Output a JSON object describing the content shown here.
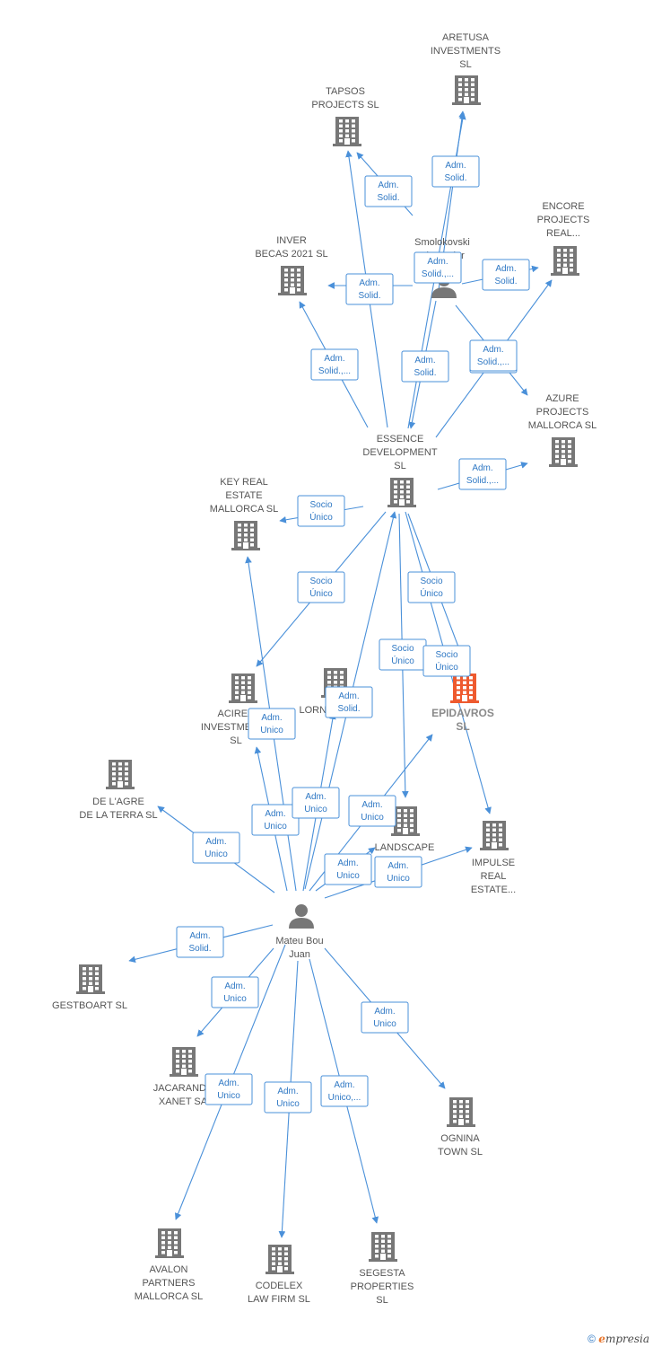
{
  "diagram": {
    "colors": {
      "company": "#777777",
      "focus": "#ee5a2f",
      "person": "#777777",
      "edge": "#4a90d9"
    },
    "nodes": [
      {
        "id": "aretusa",
        "kind": "company",
        "label": [
          "ARETUSA",
          "INVESTMENTS",
          "SL"
        ]
      },
      {
        "id": "tapsos",
        "kind": "company",
        "label": [
          "TAPSOS",
          "PROJECTS  SL"
        ]
      },
      {
        "id": "encore",
        "kind": "company",
        "label": [
          "ENCORE",
          "PROJECTS",
          "REAL..."
        ]
      },
      {
        "id": "smolokovski",
        "kind": "person",
        "label": [
          "Smolokovski",
          "Alexander"
        ]
      },
      {
        "id": "inver",
        "kind": "company",
        "label": [
          "INVER",
          "BECAS 2021  SL"
        ]
      },
      {
        "id": "azure",
        "kind": "company",
        "label": [
          "AZURE",
          "PROJECTS",
          "MALLORCA  SL"
        ]
      },
      {
        "id": "essence",
        "kind": "company",
        "label": [
          "ESSENCE",
          "DEVELOPMENT",
          "SL"
        ]
      },
      {
        "id": "keyreal",
        "kind": "company",
        "label": [
          "KEY REAL",
          "ESTATE",
          "MALLORCA  SL"
        ]
      },
      {
        "id": "acirea",
        "kind": "company",
        "label": [
          "ACIREA",
          "INVESTMENTS",
          "SL"
        ]
      },
      {
        "id": "lorna",
        "kind": "company",
        "label": [
          "LORNA..."
        ]
      },
      {
        "id": "epidavros",
        "kind": "focus",
        "label": [
          "EPIDAVROS",
          "SL"
        ]
      },
      {
        "id": "delagre",
        "kind": "company",
        "label": [
          "DE L'AGRE",
          "DE LA TERRA SL"
        ]
      },
      {
        "id": "landscape",
        "kind": "company",
        "label": [
          "LANDSCAPE",
          "..."
        ]
      },
      {
        "id": "impulse",
        "kind": "company",
        "label": [
          "IMPULSE",
          "REAL",
          "ESTATE..."
        ]
      },
      {
        "id": "mateu",
        "kind": "person",
        "label": [
          "Mateu Bou",
          "Juan"
        ]
      },
      {
        "id": "gestboart",
        "kind": "company",
        "label": [
          "GESTBOART  SL"
        ]
      },
      {
        "id": "jacaranda",
        "kind": "company",
        "label": [
          "JACARANDA",
          "XANET SA"
        ]
      },
      {
        "id": "ognina",
        "kind": "company",
        "label": [
          "OGNINA",
          "TOWN  SL"
        ]
      },
      {
        "id": "avalon",
        "kind": "company",
        "label": [
          "AVALON",
          "PARTNERS",
          "MALLORCA  SL"
        ]
      },
      {
        "id": "codelex",
        "kind": "company",
        "label": [
          "CODELEX",
          "LAW FIRM SL"
        ]
      },
      {
        "id": "segesta",
        "kind": "company",
        "label": [
          "SEGESTA",
          "PROPERTIES",
          "SL"
        ]
      }
    ],
    "edges": [
      {
        "from": "smolokovski",
        "to": "tapsos",
        "label": [
          "Adm.",
          "Solid."
        ]
      },
      {
        "from": "smolokovski",
        "to": "aretusa",
        "label": [
          "Adm.",
          "Solid."
        ]
      },
      {
        "from": "smolokovski",
        "to": "encore",
        "label": [
          "Adm.",
          "Solid."
        ]
      },
      {
        "from": "smolokovski",
        "to": "inver",
        "label": [
          "Adm.",
          "Solid."
        ]
      },
      {
        "from": "smolokovski",
        "to": "essence",
        "label": [
          "Adm.",
          "Solid."
        ]
      },
      {
        "from": "smolokovski",
        "to": "azure",
        "label": [
          "Adm.",
          "Solid.,..."
        ]
      },
      {
        "from": "essence",
        "to": "inver",
        "label": [
          "Adm.",
          "Solid.,..."
        ]
      },
      {
        "from": "essence",
        "to": "tapsos",
        "label": [
          "",
          ""
        ]
      },
      {
        "from": "essence",
        "to": "aretusa",
        "label": [
          "Adm.",
          "Solid.,..."
        ]
      },
      {
        "from": "essence",
        "to": "encore",
        "label": [
          "Adm.",
          "Solid.,..."
        ]
      },
      {
        "from": "essence",
        "to": "azure",
        "label": [
          "Adm.",
          "Solid.,..."
        ]
      },
      {
        "from": "essence",
        "to": "keyreal",
        "label": [
          "Socio",
          "Único"
        ]
      },
      {
        "from": "essence",
        "to": "acirea",
        "label": [
          "Socio",
          "Único"
        ]
      },
      {
        "from": "essence",
        "to": "epidavros",
        "label": [
          "Socio",
          "Único"
        ]
      },
      {
        "from": "essence",
        "to": "landscape",
        "label": [
          "Socio",
          "Único"
        ]
      },
      {
        "from": "essence",
        "to": "impulse",
        "label": [
          "Socio",
          "Único"
        ]
      },
      {
        "from": "mateu",
        "to": "essence",
        "label": [
          "Adm.",
          "Solid."
        ]
      },
      {
        "from": "mateu",
        "to": "acirea",
        "label": [
          "Adm.",
          "Unico"
        ]
      },
      {
        "from": "mateu",
        "to": "keyreal",
        "label": [
          "Adm.",
          "Unico"
        ]
      },
      {
        "from": "mateu",
        "to": "lorna",
        "label": [
          "Adm.",
          "Unico"
        ]
      },
      {
        "from": "mateu",
        "to": "epidavros",
        "label": [
          "Adm.",
          "Unico"
        ]
      },
      {
        "from": "mateu",
        "to": "landscape",
        "label": [
          "Adm.",
          "Unico"
        ]
      },
      {
        "from": "mateu",
        "to": "impulse",
        "label": [
          "Adm.",
          "Unico"
        ]
      },
      {
        "from": "mateu",
        "to": "delagre",
        "label": [
          "Adm.",
          "Unico"
        ]
      },
      {
        "from": "mateu",
        "to": "gestboart",
        "label": [
          "Adm.",
          "Solid."
        ]
      },
      {
        "from": "mateu",
        "to": "jacaranda",
        "label": [
          "Adm.",
          "Unico"
        ]
      },
      {
        "from": "mateu",
        "to": "ognina",
        "label": [
          "Adm.",
          "Unico"
        ]
      },
      {
        "from": "mateu",
        "to": "avalon",
        "label": [
          "Adm.",
          "Unico"
        ]
      },
      {
        "from": "mateu",
        "to": "codelex",
        "label": [
          "Adm.",
          "Unico"
        ]
      },
      {
        "from": "mateu",
        "to": "segesta",
        "label": [
          "Adm.",
          "Unico,..."
        ]
      }
    ]
  },
  "credit": {
    "symbol": "©",
    "brand_initial": "e",
    "brand_rest": "mpresia"
  }
}
